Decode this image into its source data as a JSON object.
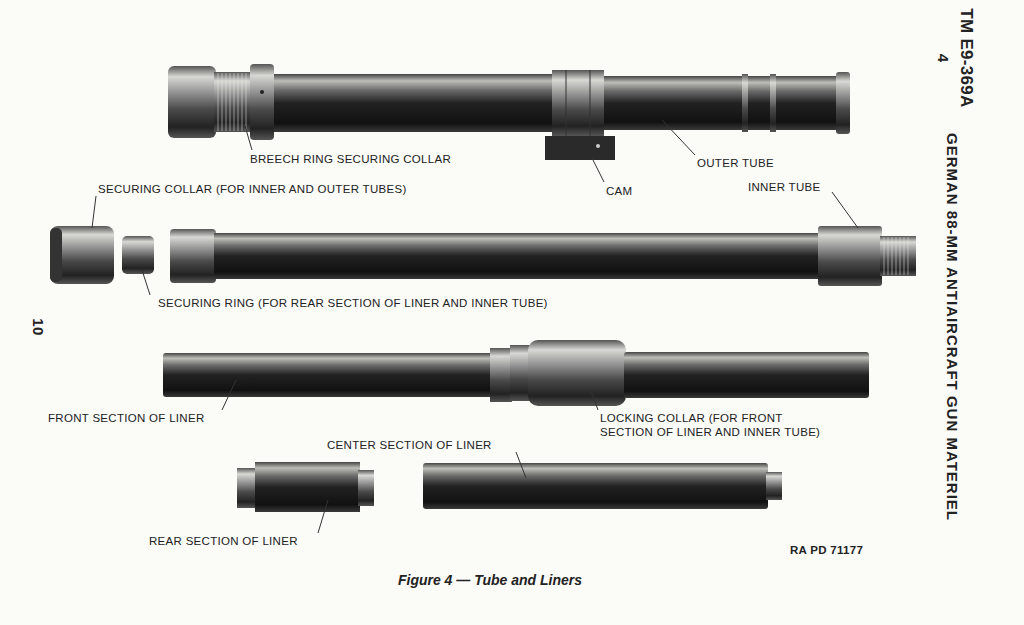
{
  "diagram": {
    "caption": "Figure 4 — Tube and Liners",
    "labels": [
      "TM E9-369A",
      "4",
      "GERMAN 88-MM ANTIAIRCRAFT GUN MATERIEL",
      "10",
      "BREECH RING SECURING COLLAR",
      "OUTER TUBE",
      "CAM",
      "SECURING COLLAR (FOR INNER AND OUTER TUBES)",
      "INNER TUBE",
      "SECURING RING (FOR REAR SECTION OF LINER AND INNER TUBE)",
      "FRONT SECTION OF LINER",
      "LOCKING COLLAR (FOR FRONT SECTION OF LINER AND INNER TUBE)",
      "CENTER SECTION OF LINER",
      "REAR SECTION OF LINER",
      "RA PD 71177"
    ]
  }
}
